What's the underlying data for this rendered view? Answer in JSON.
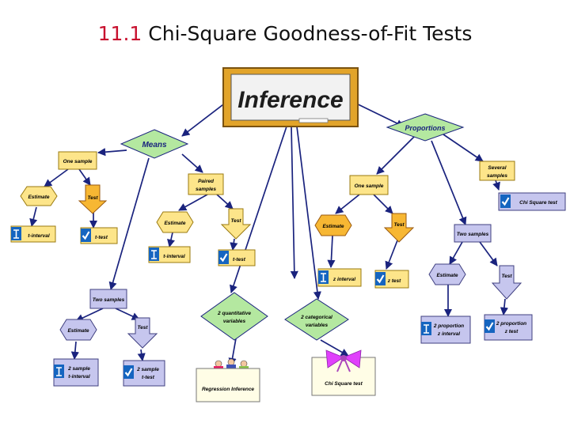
{
  "slide": {
    "number": "11.1",
    "title": "Chi-Square Goodness-of-Fit Tests"
  },
  "diagram": {
    "root": "Inference",
    "means": {
      "label": "Means",
      "one_sample": "One sample",
      "estimate": "Estimate",
      "test": "Test",
      "t_interval": "t-interval",
      "t_test": "t-test",
      "paired_line1": "Paired",
      "paired_line2": "samples",
      "paired_estimate": "Estimate",
      "paired_test": "Test",
      "paired_t_interval": "t-interval",
      "paired_t_test": "t-test",
      "two_samples": "Two samples",
      "two_estimate": "Estimate",
      "two_test": "Test",
      "two_interval_line1": "2 sample",
      "two_interval_line2": "t-interval",
      "two_test_line1": "2 sample",
      "two_test_line2": "t-test"
    },
    "proportions": {
      "label": "Proportions",
      "several_line1": "Several",
      "several_line2": "samples",
      "chi_square_test": "Chi Square test",
      "one_sample": "One sample",
      "estimate": "Estimate",
      "test": "Test",
      "z_interval": "z interval",
      "z_test": "z test",
      "two_samples": "Two samples",
      "two_estimate": "Estimate",
      "two_test": "Test",
      "two_interval_line1": "2 proportion",
      "two_interval_line2": "z interval",
      "two_test_line1": "2 proportion",
      "two_test_line2": "z test"
    },
    "quantitative_line1": "2 quantitative",
    "quantitative_line2": "variables",
    "regression": "Regression Inference",
    "categorical_line1": "2 categorical",
    "categorical_line2": "variables",
    "chi_square_result": "Chi Square test"
  },
  "colors": {
    "title_number": "#c8102e",
    "green": "#b4e8a0",
    "yellow": "#fde58a",
    "orange": "#f7b733",
    "lavender": "#c6c6ee",
    "line": "#1a237e",
    "check": "#1565c0"
  },
  "icons": [
    "check-icon",
    "interval-icon",
    "ribbon-icon",
    "figures-icon",
    "chalkboard-icon"
  ]
}
